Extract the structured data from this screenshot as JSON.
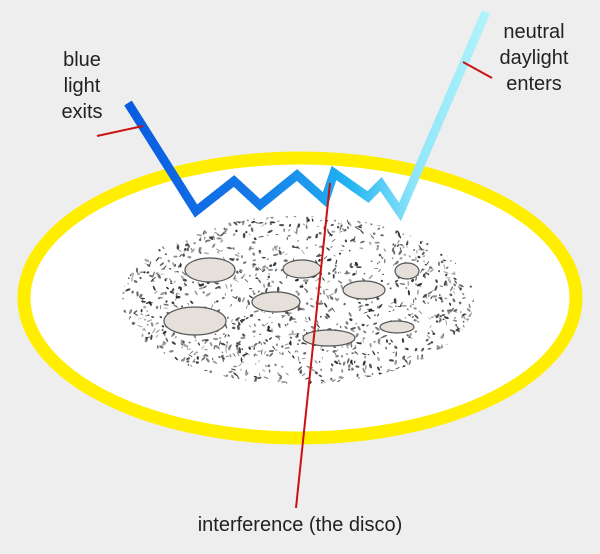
{
  "labels": {
    "blue_light": [
      "blue",
      "light",
      "exits"
    ],
    "neutral_daylight": [
      "neutral",
      "daylight",
      "enters"
    ],
    "interference": "interference (the disco)"
  },
  "colors": {
    "background": "#eeeeee",
    "ring": "#ffee00",
    "disc": "#ffffff",
    "speckle": "#222222",
    "bubble_fill": "#e6e0db",
    "bubble_stroke": "#555555",
    "pointer": "#cc1111",
    "ray_blue": "#0a5be0",
    "ray_mid": "#1aa6f0",
    "ray_light": "#a8f0fa",
    "text": "#222222"
  }
}
